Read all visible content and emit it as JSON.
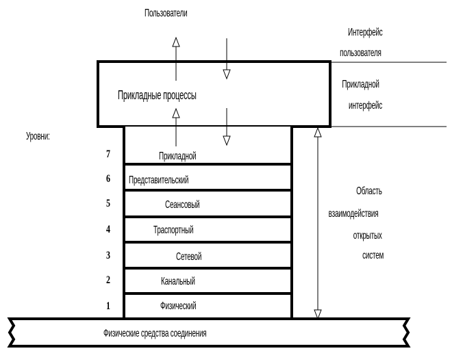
{
  "users_label": "Пользователи",
  "user_interface_line1": "Интерфейс",
  "user_interface_line2": "пользователя",
  "app_processes": "Прикладные процессы",
  "app_interface_line1": "Прикладной",
  "app_interface_line2": "интерфейс",
  "levels_label": "Уровни:",
  "osi_area_lines": [
    "Область",
    "взаимодействия",
    "открытых",
    "систем"
  ],
  "layers": [
    {
      "num": "7",
      "name": "Прикладной"
    },
    {
      "num": "6",
      "name": "Представительский"
    },
    {
      "num": "5",
      "name": "Сеансовый"
    },
    {
      "num": "4",
      "name": "Траспортный"
    },
    {
      "num": "3",
      "name": "Сетевой"
    },
    {
      "num": "2",
      "name": "Канальный"
    },
    {
      "num": "1",
      "name": "Физический"
    }
  ],
  "physical_media": "Физические средства соединения"
}
